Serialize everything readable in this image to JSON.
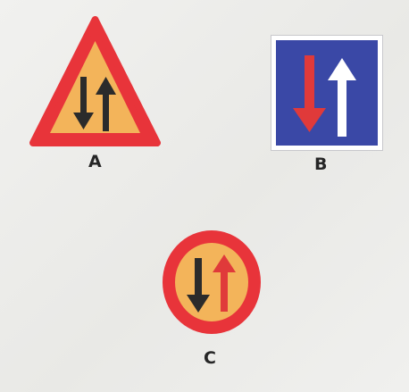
{
  "labels": {
    "a": "A",
    "b": "B",
    "c": "C"
  },
  "colors": {
    "sign_red": "#e8343a",
    "sign_amber": "#f3b45a",
    "arrow_dark": "#2b2b2b",
    "panel_blue": "#3a48a6",
    "arrow_white": "#ffffff",
    "arrow_red": "#e03a3a"
  },
  "signs": [
    {
      "label_key": "a",
      "shape": "triangle",
      "arrows": [
        "down-dark",
        "up-dark"
      ]
    },
    {
      "label_key": "b",
      "shape": "square",
      "arrows": [
        "down-red",
        "up-white"
      ]
    },
    {
      "label_key": "c",
      "shape": "circle",
      "arrows": [
        "down-dark",
        "up-red"
      ]
    }
  ]
}
